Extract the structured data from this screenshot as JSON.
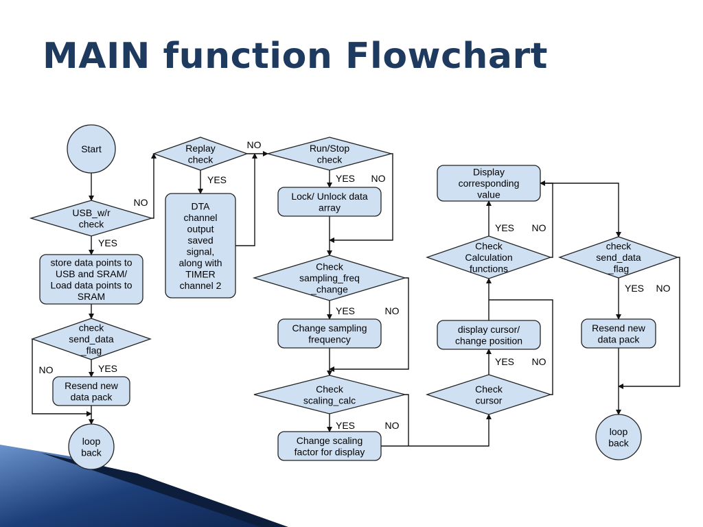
{
  "slide": {
    "title": "MAIN function Flowchart"
  },
  "colors": {
    "title": "#1f3a5f",
    "node_fill": "#cfe0f3",
    "node_stroke": "#222222",
    "corner_dark": "#1d3f7a",
    "corner_mid": "#6c93cc",
    "corner_light": "#dfe7f4"
  },
  "flowchart": {
    "nodes": {
      "start": {
        "shape": "circle",
        "lines": [
          "Start"
        ]
      },
      "usb_check": {
        "shape": "diamond",
        "lines": [
          "USB_w/r",
          "check"
        ]
      },
      "store": {
        "shape": "rect",
        "lines": [
          "store data points to",
          "USB and SRAM/",
          "Load data points to",
          "SRAM"
        ]
      },
      "send_flag_1": {
        "shape": "diamond",
        "lines": [
          "check",
          "send_data",
          "_flag"
        ]
      },
      "resend_1": {
        "shape": "rect",
        "lines": [
          "Resend new",
          "data pack"
        ]
      },
      "loop_1": {
        "shape": "circle",
        "lines": [
          "loop",
          "back"
        ]
      },
      "replay": {
        "shape": "diamond",
        "lines": [
          "Replay",
          "check"
        ]
      },
      "dta": {
        "shape": "rect",
        "lines": [
          "DTA",
          "channel",
          "output",
          "saved",
          "signal,",
          "along with",
          "TIMER",
          "channel 2"
        ]
      },
      "runstop": {
        "shape": "diamond",
        "lines": [
          "Run/Stop",
          "check"
        ]
      },
      "lock": {
        "shape": "rect",
        "lines": [
          "Lock/ Unlock data",
          "array"
        ]
      },
      "sampling": {
        "shape": "diamond",
        "lines": [
          "Check",
          "sampling_freq",
          "_change"
        ]
      },
      "change_sampling": {
        "shape": "rect",
        "lines": [
          "Change sampling",
          "frequency"
        ]
      },
      "scaling": {
        "shape": "diamond",
        "lines": [
          "Check",
          "scaling_calc"
        ]
      },
      "change_scaling": {
        "shape": "rect",
        "lines": [
          "Change scaling",
          "factor for display"
        ]
      },
      "cursor": {
        "shape": "diamond",
        "lines": [
          "Check",
          "cursor"
        ]
      },
      "display_cursor": {
        "shape": "rect",
        "lines": [
          "display cursor/",
          "change position"
        ]
      },
      "calc": {
        "shape": "diamond",
        "lines": [
          "Check",
          "Calculation",
          "functions"
        ]
      },
      "display_value": {
        "shape": "rect",
        "lines": [
          "Display",
          "corresponding",
          "value"
        ]
      },
      "send_flag_2": {
        "shape": "diamond",
        "lines": [
          "check",
          "send_data",
          "_flag"
        ]
      },
      "resend_2": {
        "shape": "rect",
        "lines": [
          "Resend new",
          "data pack"
        ]
      },
      "loop_2": {
        "shape": "circle",
        "lines": [
          "loop",
          "back"
        ]
      }
    },
    "edge_labels": [
      {
        "id": "usb_no",
        "text": "NO"
      },
      {
        "id": "usb_yes",
        "text": "YES"
      },
      {
        "id": "flag1_no",
        "text": "NO"
      },
      {
        "id": "flag1_yes",
        "text": "YES"
      },
      {
        "id": "replay_yes",
        "text": "YES"
      },
      {
        "id": "replay_no",
        "text": "NO"
      },
      {
        "id": "run_yes",
        "text": "YES"
      },
      {
        "id": "run_no",
        "text": "NO"
      },
      {
        "id": "samp_yes",
        "text": "YES"
      },
      {
        "id": "samp_no",
        "text": "NO"
      },
      {
        "id": "scal_yes",
        "text": "YES"
      },
      {
        "id": "scal_no",
        "text": "NO"
      },
      {
        "id": "cur_yes",
        "text": "YES"
      },
      {
        "id": "cur_no",
        "text": "NO"
      },
      {
        "id": "calc_yes",
        "text": "YES"
      },
      {
        "id": "calc_no",
        "text": "NO"
      },
      {
        "id": "flag2_yes",
        "text": "YES"
      },
      {
        "id": "flag2_no",
        "text": "NO"
      }
    ]
  }
}
